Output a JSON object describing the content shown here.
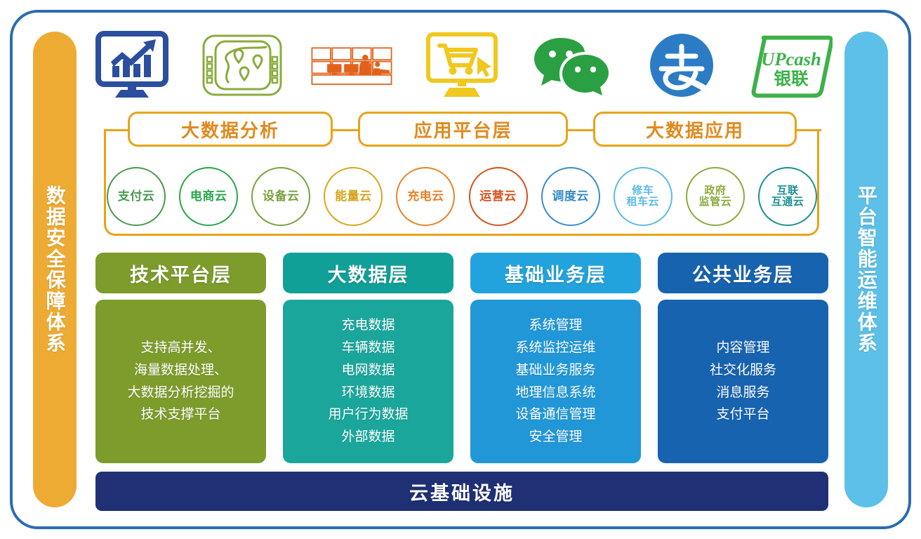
{
  "side_bars": {
    "left": {
      "label": "数据安全保障体系",
      "color": "#eeab33"
    },
    "right": {
      "label": "平台智能运维体系",
      "color": "#5cc0e8"
    }
  },
  "top_icons": [
    {
      "name": "analytics-monitor-icon",
      "color": "#2b4f9e"
    },
    {
      "name": "gps-navigation-map-icon",
      "color": "#8aab3d"
    },
    {
      "name": "monitoring-control-room-icon",
      "color": "#e2621b"
    },
    {
      "name": "ecommerce-cart-monitor-icon",
      "color": "#f0c81e"
    },
    {
      "name": "wechat-icon",
      "color": "#2ba043"
    },
    {
      "name": "alipay-icon",
      "color": "#2b7cc4"
    },
    {
      "name": "unionpay-upcash-icon",
      "color": "#3db14a",
      "text_top": "UPcash",
      "text_bottom": "银联"
    }
  ],
  "platform_tabs": [
    {
      "label": "大数据分析"
    },
    {
      "label": "应用平台层"
    },
    {
      "label": "大数据应用"
    }
  ],
  "clouds": [
    {
      "label": "支付云",
      "color": "#4a9a4f",
      "lines": 1
    },
    {
      "label": "电商云",
      "color": "#28a84a",
      "lines": 1
    },
    {
      "label": "设备云",
      "color": "#7ba23f",
      "lines": 1
    },
    {
      "label": "能量云",
      "color": "#d8a61e",
      "lines": 1
    },
    {
      "label": "充电云",
      "color": "#e8832a",
      "lines": 1
    },
    {
      "label": "运营云",
      "color": "#d4531c",
      "lines": 1
    },
    {
      "label": "调度云",
      "color": "#3a8dc8",
      "lines": 1
    },
    {
      "label": "修车\n租车云",
      "color": "#5cbbe6",
      "lines": 2
    },
    {
      "label": "政府\n监管云",
      "color": "#8aab3d",
      "lines": 2
    },
    {
      "label": "互联\n互通云",
      "color": "#1d9193",
      "lines": 2
    }
  ],
  "layers": [
    {
      "title": "技术平台层",
      "head_color": "#7d9c2c",
      "body_color": "#7d9c2c",
      "items": [
        "支持高并发、",
        "海量数据处理、",
        "大数据分析挖掘的",
        "技术支撑平台"
      ]
    },
    {
      "title": "大数据层",
      "head_color": "#10a098",
      "body_color": "#1ba69c",
      "items": [
        "充电数据",
        "车辆数据",
        "电网数据",
        "环境数据",
        "用户行为数据",
        "外部数据"
      ]
    },
    {
      "title": "基础业务层",
      "head_color": "#23a3dd",
      "body_color": "#2197d8",
      "items": [
        "系统管理",
        "系统监控运维",
        "基础业务服务",
        "地理信息系统",
        "设备通信管理",
        "安全管理"
      ]
    },
    {
      "title": "公共业务层",
      "head_color": "#1763b0",
      "body_color": "#1763b0",
      "items": [
        "内容管理",
        "社交化服务",
        "消息服务",
        "支付平台"
      ]
    }
  ],
  "infrastructure": {
    "label": "云基础设施",
    "color": "#1f3174"
  },
  "frame": {
    "border_color": "#2b6cb0"
  },
  "container": {
    "border_color": "#e8a317"
  }
}
